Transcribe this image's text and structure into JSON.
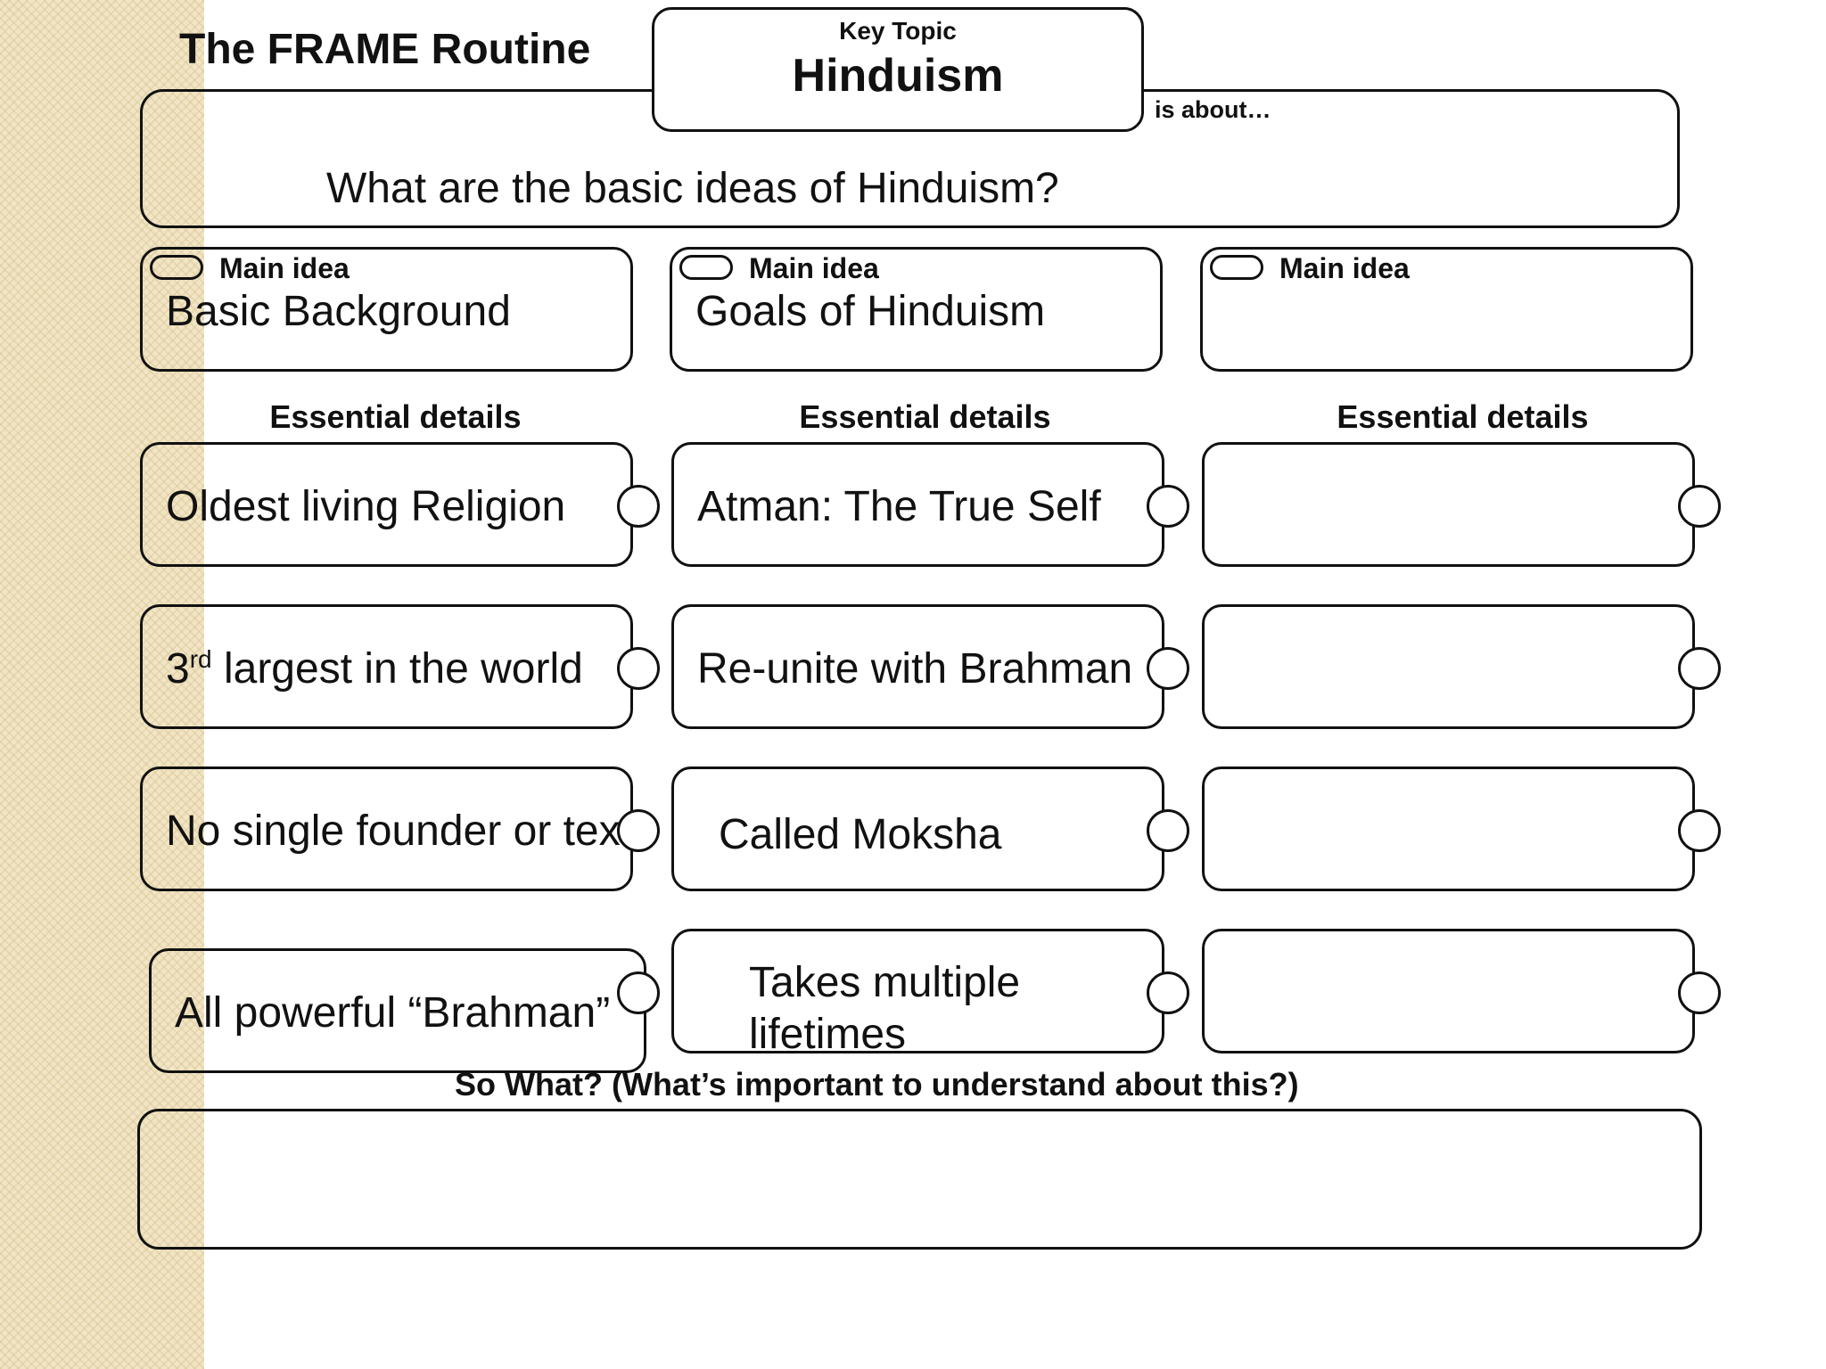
{
  "title": "The FRAME Routine",
  "key_topic": {
    "label": "Key Topic",
    "value": "Hinduism"
  },
  "is_about_label": "is about…",
  "question": "What are the basic ideas of Hinduism?",
  "main_idea_label": "Main idea",
  "essential_details_label": "Essential details",
  "columns": [
    {
      "main_idea": "Basic Background",
      "details": [
        "Oldest living Religion",
        "3",
        "largest in the world",
        "No single founder or text",
        "All powerful “Brahman”"
      ],
      "sup": "rd"
    },
    {
      "main_idea": "Goals of Hinduism",
      "details": [
        "Atman: The True Self",
        "Re-unite with Brahman",
        "Called Moksha",
        "Takes multiple",
        "lifetimes"
      ]
    },
    {
      "main_idea": "",
      "details": [
        "",
        "",
        "",
        ""
      ]
    }
  ],
  "so_what_label": "So What? (What’s important to understand about this?)",
  "so_what_value": ""
}
